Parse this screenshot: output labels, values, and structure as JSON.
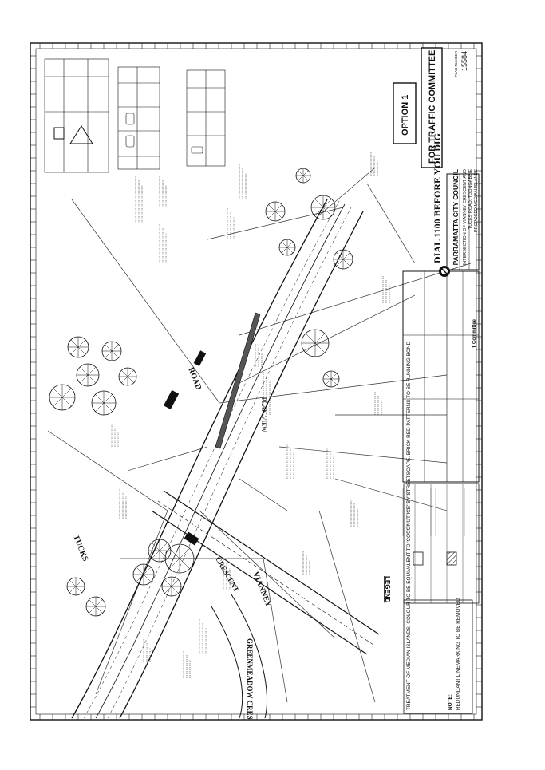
{
  "drawing": {
    "option_label": "OPTION 1",
    "committee_label": "FOR TRAFFIC COMMITTEE",
    "dial_label": "DIAL 1100 BEFORE YOU DIG",
    "council_name": "PARRAMATTA CITY COUNCIL",
    "title_line1": "INTERSECTION OF VIANNEY CRESCENT AND",
    "title_line2": "TUCKS ROAD, TOONGABBIE",
    "title_line3": "PROPOSED MEDIAN ISLANDS",
    "plan_number_label": "PLAN NUMBER",
    "plan_number": "15584",
    "status_label": "T Committee",
    "plan_view_label": "PLAN VIEW",
    "legend_title": "LEGEND",
    "street_tucks": "TUCKS",
    "street_road": "ROAD",
    "street_vianney": "VIANNEY",
    "street_crescent": "CRESCENT",
    "street_greenmeadow": "GREENMEADOW CRES",
    "note_treatment": "TREATMENT OF MEDIAN ISLANDS: COLOUR TO BE EQUIVALENT TO 'COCONUT ICE' BY STREETSCAPE. BRICK RED PATTERNS TO BE RUNNING BOND",
    "note_title": "NOTE:",
    "note_redundant": "REDUNDANT LINEMARKING TO BE REMOVED"
  }
}
